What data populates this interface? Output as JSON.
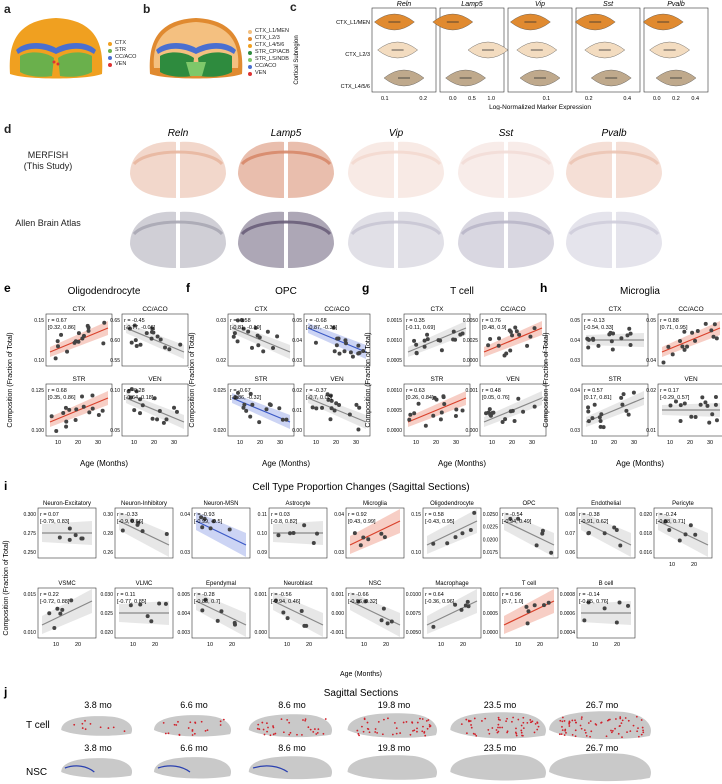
{
  "panels": {
    "a": {
      "label": "a",
      "legend": [
        {
          "name": "CTX",
          "color": "#f0a020"
        },
        {
          "name": "STR",
          "color": "#6ab04c"
        },
        {
          "name": "CC/ACO",
          "color": "#4a6fd0"
        },
        {
          "name": "VEN",
          "color": "#d33"
        }
      ]
    },
    "b": {
      "label": "b",
      "legend": [
        {
          "name": "CTX_L1/MEN",
          "color": "#f4c080"
        },
        {
          "name": "CTX_L2/3",
          "color": "#e08a30"
        },
        {
          "name": "CTX_L4/5/6",
          "color": "#f0a020"
        },
        {
          "name": "STR_CP/ACB",
          "color": "#2e8b3e"
        },
        {
          "name": "STR_LS/NDB",
          "color": "#7ec86a"
        },
        {
          "name": "CC/ACO",
          "color": "#4a6fd0"
        },
        {
          "name": "VEN",
          "color": "#d33"
        }
      ]
    },
    "c": {
      "label": "c",
      "ylabel": "Cortical Subregion",
      "xlabel": "Log-Normalized Marker Expression",
      "rows": [
        "CTX_L1/MEN",
        "CTX_L2/3",
        "CTX_L4/5/6"
      ],
      "genes": [
        {
          "name": "Reln",
          "ticks": [
            "0.1",
            "0.2"
          ]
        },
        {
          "name": "Lamp5",
          "ticks": [
            "0.0",
            "0.5",
            "1.0"
          ]
        },
        {
          "name": "Vip",
          "ticks": [
            "0.1"
          ]
        },
        {
          "name": "Sst",
          "ticks": [
            "0.2",
            "0.4"
          ]
        },
        {
          "name": "Pvalb",
          "ticks": [
            "0.0",
            "0.2",
            "0.4"
          ]
        }
      ]
    },
    "d": {
      "label": "d",
      "genes": [
        "Reln",
        "Lamp5",
        "Vip",
        "Sst",
        "Pvalb"
      ],
      "row1": "MERFISH\n(This Study)",
      "row2": "Allen Brain Atlas"
    },
    "e": {
      "label": "e",
      "title": "Oligodendrocyte"
    },
    "f": {
      "label": "f",
      "title": "OPC"
    },
    "g": {
      "label": "g",
      "title": "T cell"
    },
    "h": {
      "label": "h",
      "title": "Microglia"
    },
    "i": {
      "label": "i",
      "title": "Cell Type Proportion Changes (Sagittal Sections)",
      "ylabel": "Composition (Fraction of Total)",
      "xlabel": "Age (Months)"
    },
    "j": {
      "label": "j",
      "title": "Sagittal Sections",
      "ages": [
        "3.8 mo",
        "6.6 mo",
        "8.6 mo",
        "19.8 mo",
        "23.5 mo",
        "26.7 mo"
      ],
      "row1": "T cell",
      "row2": "NSC"
    }
  },
  "efgh_axes": {
    "ylabel": "Composition (Fraction of Total)",
    "xlabel": "Age (Months)"
  },
  "chart_data": [
    {
      "type": "scatter",
      "panel": "e",
      "title": "Oligodendrocyte",
      "subplots": [
        {
          "region": "CTX",
          "stat": "r = 0.67",
          "ci": "[0.32, 0.86]",
          "ticks": [
            "0.10",
            "0.15"
          ]
        },
        {
          "region": "CC/ACO",
          "stat": "r = -0.45",
          "ci": "[-0.77, -0.06]",
          "ticks": [
            "0.55",
            "0.60",
            "0.65"
          ]
        },
        {
          "region": "STR",
          "stat": "r = 0.68",
          "ci": "[0.35, 0.86]",
          "ticks": [
            "0.100",
            "0.125"
          ]
        },
        {
          "region": "VEN",
          "stat": "r = -0.28",
          "ci": "[-0.64, 0.18]",
          "ticks": [
            "0.05",
            "0.10"
          ]
        }
      ]
    },
    {
      "type": "scatter",
      "panel": "f",
      "title": "OPC",
      "subplots": [
        {
          "region": "CTX",
          "stat": "r = -0.58",
          "ci": "[-0.81, -0.19]",
          "ticks": [
            "0.02",
            "0.03"
          ]
        },
        {
          "region": "CC/ACO",
          "stat": "r = -0.68",
          "ci": "[-0.87, -0.36]",
          "ticks": [
            "0.03",
            "0.04",
            "0.05"
          ]
        },
        {
          "region": "STR",
          "stat": "r = -0.67",
          "ci": "[-0.86, -0.32]",
          "ticks": [
            "0.020",
            "0.025"
          ]
        },
        {
          "region": "VEN",
          "stat": "r = -0.37",
          "ci": "[-0.7, 0.08]",
          "ticks": [
            "0.00",
            "0.01",
            "0.02"
          ]
        }
      ]
    },
    {
      "type": "scatter",
      "panel": "g",
      "title": "T cell",
      "subplots": [
        {
          "region": "CTX",
          "stat": "r = 0.35",
          "ci": "[-0.11, 0.69]",
          "ticks": [
            "0.0005",
            "0.0010",
            "0.0015"
          ]
        },
        {
          "region": "CC/ACO",
          "stat": "r = 0.76",
          "ci": "[0.48, 0.9]",
          "ticks": [
            "0.0000",
            "0.0025",
            "0.0050"
          ]
        },
        {
          "region": "STR",
          "stat": "r = 0.63",
          "ci": "[0.26, 0.84]",
          "ticks": [
            "0.0000",
            "0.0005",
            "0.0010"
          ]
        },
        {
          "region": "VEN",
          "stat": "r = 0.48",
          "ci": "[0.05, 0.76]",
          "ticks": [
            "0.000",
            "0.001"
          ]
        }
      ]
    },
    {
      "type": "scatter",
      "panel": "h",
      "title": "Microglia",
      "subplots": [
        {
          "region": "CTX",
          "stat": "r = -0.13",
          "ci": "[-0.54, 0.33]",
          "ticks": [
            "0.03",
            "0.04",
            "0.05"
          ]
        },
        {
          "region": "CC/ACO",
          "stat": "r = 0.88",
          "ci": "[0.71, 0.95]",
          "ticks": [
            "0.04",
            "0.05"
          ]
        },
        {
          "region": "STR",
          "stat": "r = 0.57",
          "ci": "[0.17, 0.81]",
          "ticks": [
            "0.03",
            "0.04"
          ]
        },
        {
          "region": "VEN",
          "stat": "r = 0.17",
          "ci": "[-0.29, 0.57]",
          "ticks": [
            "0.01",
            "0.02"
          ]
        }
      ]
    },
    {
      "type": "scatter",
      "panel": "i",
      "subplots": [
        {
          "name": "Neuron-Excitatory",
          "stat": "r = 0.07",
          "ci": "[-0.79, 0.83]",
          "ticks": [
            "0.250",
            "0.275",
            "0.300"
          ]
        },
        {
          "name": "Neuron-Inhibitory",
          "stat": "r = -0.33",
          "ci": "[-0.9, 0.66]",
          "ticks": [
            "0.26",
            "0.28",
            "0.30"
          ]
        },
        {
          "name": "Neuron-MSN",
          "stat": "r = -0.93",
          "ci": "[-0.99, -0.5]",
          "ticks": [
            "0.03",
            "0.04"
          ]
        },
        {
          "name": "Astrocyte",
          "stat": "r = 0.03",
          "ci": "[-0.8, 0.82]",
          "ticks": [
            "0.09",
            "0.10",
            "0.11"
          ]
        },
        {
          "name": "Microglia",
          "stat": "r = 0.92",
          "ci": "[0.43, 0.99]",
          "ticks": [
            "0.03",
            "0.04"
          ]
        },
        {
          "name": "Oligodendrocyte",
          "stat": "r = 0.58",
          "ci": "[-0.43, 0.95]",
          "ticks": [
            "0.10",
            "0.15"
          ]
        },
        {
          "name": "OPC",
          "stat": "r = -0.54",
          "ci": "[-0.94, 0.49]",
          "ticks": [
            "0.0175",
            "0.0200",
            "0.0225",
            "0.0250"
          ]
        },
        {
          "name": "Endothelial",
          "stat": "r = -0.38",
          "ci": "[-0.91, 0.62]",
          "ticks": [
            "0.06",
            "0.07",
            "0.08"
          ]
        },
        {
          "name": "Pericyte",
          "stat": "r = -0.24",
          "ci": "[-0.88, 0.71]",
          "ticks": [
            "0.016",
            "0.018",
            "0.020"
          ]
        },
        {
          "name": "VSMC",
          "stat": "r = 0.22",
          "ci": "[-0.72, 0.88]",
          "ticks": [
            "0.010",
            "0.015"
          ]
        },
        {
          "name": "VLMC",
          "stat": "r = 0.11",
          "ci": "[-0.77, 0.85]",
          "ticks": [
            "0.020",
            "0.025",
            "0.030"
          ]
        },
        {
          "name": "Ependymal",
          "stat": "r = -0.28",
          "ci": "[-0.88, 0.7]",
          "ticks": [
            "0.003",
            "0.004",
            "0.005"
          ]
        },
        {
          "name": "Neuroblast",
          "stat": "r = -0.56",
          "ci": "[-0.94, 0.46]",
          "ticks": [
            "0.000",
            "0.001"
          ]
        },
        {
          "name": "NSC",
          "stat": "r = -0.66",
          "ci": "[-0.96, 0.32]",
          "ticks": [
            "-0.001",
            "0.000",
            "0.001"
          ]
        },
        {
          "name": "Macrophage",
          "stat": "r = 0.64",
          "ci": "[-0.36, 0.96]",
          "ticks": [
            "0.0050",
            "0.0075",
            "0.0100"
          ]
        },
        {
          "name": "T cell",
          "stat": "r = 0.96",
          "ci": "[0.7, 1.0]",
          "ticks": [
            "0.0000",
            "0.0005",
            "0.0010"
          ]
        },
        {
          "name": "B cell",
          "stat": "r = -0.14",
          "ci": "[-0.85, 0.76]",
          "ticks": [
            "0.0004",
            "0.0006",
            "0.0008"
          ]
        }
      ]
    }
  ]
}
